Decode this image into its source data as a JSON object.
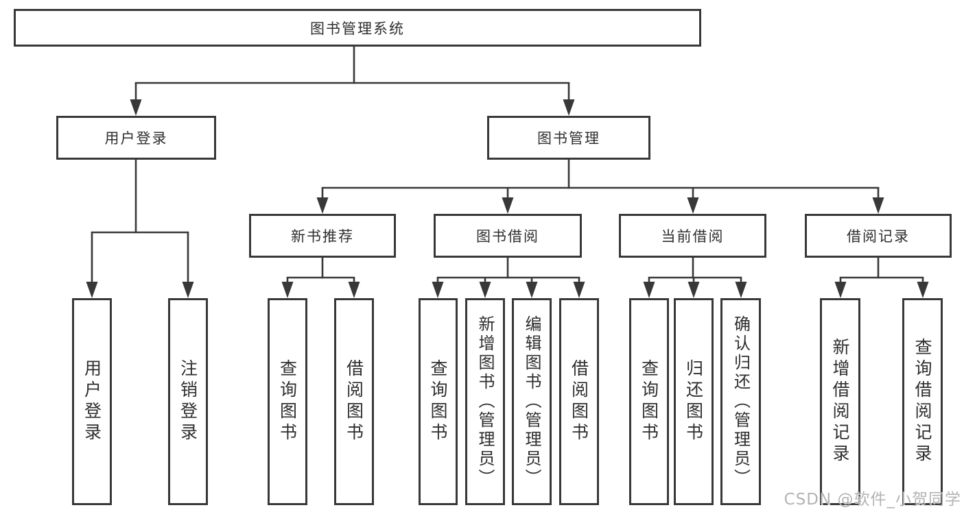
{
  "diagram": {
    "type": "tree",
    "root": {
      "label": "图书管理系统",
      "children": [
        {
          "label": "用户登录",
          "children": [
            {
              "label": "用户登录"
            },
            {
              "label": "注销登录"
            }
          ]
        },
        {
          "label": "图书管理",
          "children": [
            {
              "label": "新书推荐",
              "children": [
                {
                  "label": "查询图书"
                },
                {
                  "label": "借阅图书"
                }
              ]
            },
            {
              "label": "图书借阅",
              "children": [
                {
                  "label": "查询图书"
                },
                {
                  "label": "新增图书（管理员）"
                },
                {
                  "label": "编辑图书（管理员）"
                },
                {
                  "label": "借阅图书"
                }
              ]
            },
            {
              "label": "当前借阅",
              "children": [
                {
                  "label": "查询图书"
                },
                {
                  "label": "归还图书"
                },
                {
                  "label": "确认归还（管理员）"
                }
              ]
            },
            {
              "label": "借阅记录",
              "children": [
                {
                  "label": "新增借阅记录"
                },
                {
                  "label": "查询借阅记录"
                }
              ]
            }
          ]
        }
      ]
    },
    "colors": {
      "line": "#383838",
      "box_border": "#383838",
      "box_background": "#ffffff",
      "text": "#2e2e2e",
      "watermark": "#acacac"
    }
  },
  "watermark": {
    "text": "CSDN @软件_小贺同学"
  }
}
